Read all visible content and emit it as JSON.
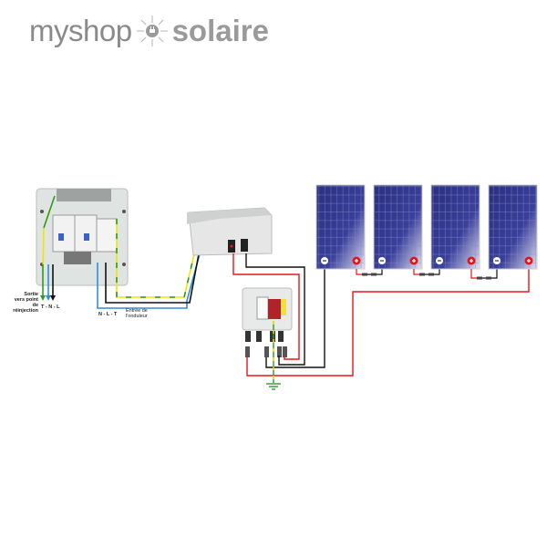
{
  "logo": {
    "left": "myshop",
    "right": "solaire",
    "icon": "sun-plug-icon"
  },
  "labels": {
    "output_title": "Sortie vers point de réinjection",
    "output_phases": "T - N - L",
    "input_phases": "N - L - T",
    "input_title": "Entrée de l'onduleur"
  },
  "colors": {
    "phase": "#111111",
    "neutral": "#2f8fd8",
    "earth_yellow": "#f2e600",
    "earth_green": "#2a9a2a",
    "dc_positive": "#e8141c",
    "dc_negative": "#111111",
    "panel": "#2b2f8a"
  },
  "components": [
    "ac-protection-box",
    "inverter",
    "dc-protection-box",
    "solar-panel",
    "solar-panel",
    "solar-panel",
    "solar-panel",
    "ground"
  ]
}
